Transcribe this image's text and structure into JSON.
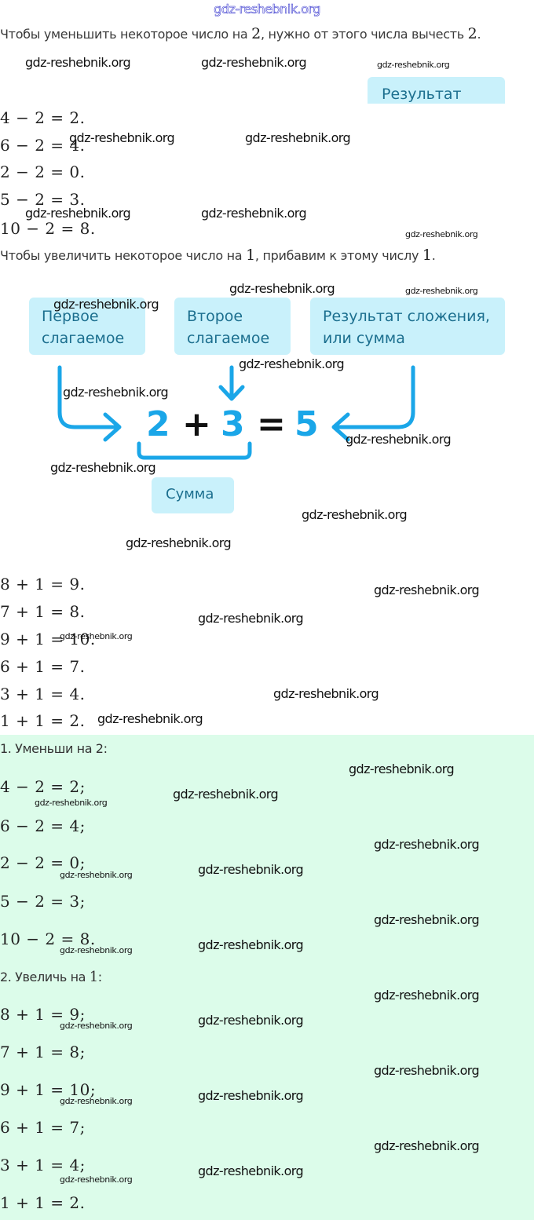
{
  "header": {
    "site": "gdz-reshebnik.org"
  },
  "explanation": {
    "subtract_rule": {
      "before": "Чтобы уменьшить некоторое число на ",
      "num1": "2",
      "middle": ", нужно от этого числа вычесть ",
      "num2": "2",
      "after": "."
    },
    "result_label": "Результат",
    "subtract_examples": [
      "4 − 2 = 2.",
      "6 − 2 = 4.",
      "2 − 2 = 0.",
      "5 − 2 = 3.",
      "10 − 2 = 8."
    ],
    "add_rule": {
      "before": "Чтобы увеличить некоторое число на ",
      "num1": "1",
      "middle": ", прибавим к этому числу ",
      "num2": "1",
      "after": "."
    },
    "diagram": {
      "first_addend_label": [
        "Первое",
        "слагаемое"
      ],
      "second_addend_label": [
        "Второе",
        "слагаемое"
      ],
      "sum_result_label": [
        "Результат сложения,",
        "или сумма"
      ],
      "expression": {
        "a": "2",
        "plus": "+",
        "b": "3",
        "equals": "=",
        "c": "5"
      },
      "sum_label": "Сумма",
      "accent_color": "#1aa6e8",
      "label_bg_color": "#c9f1fb"
    },
    "add_examples": [
      "8 + 1 = 9.",
      "7 + 1 = 8.",
      "9 + 1 = 10.",
      "6 + 1 = 7.",
      "3 + 1 = 4.",
      "1 + 1 = 2."
    ]
  },
  "answer": {
    "bg_color": "#dcfcea",
    "task1": {
      "prefix": "1. Уменьши на ",
      "num": "2",
      "suffix": ":",
      "items": [
        "4 − 2 = 2;",
        "6 − 2 = 4;",
        "2 − 2 = 0;",
        "5 − 2 = 3;",
        "10 − 2 = 8."
      ]
    },
    "task2": {
      "prefix": "2. Увеличь на ",
      "num": "1",
      "suffix": ":",
      "items": [
        "8 + 1 = 9;",
        "7 + 1 = 8;",
        "9 + 1 = 10;",
        "6 + 1 = 7;",
        "3 + 1 = 4;",
        "1 + 1 = 2."
      ]
    }
  },
  "watermark": "gdz-reshebnik.org"
}
